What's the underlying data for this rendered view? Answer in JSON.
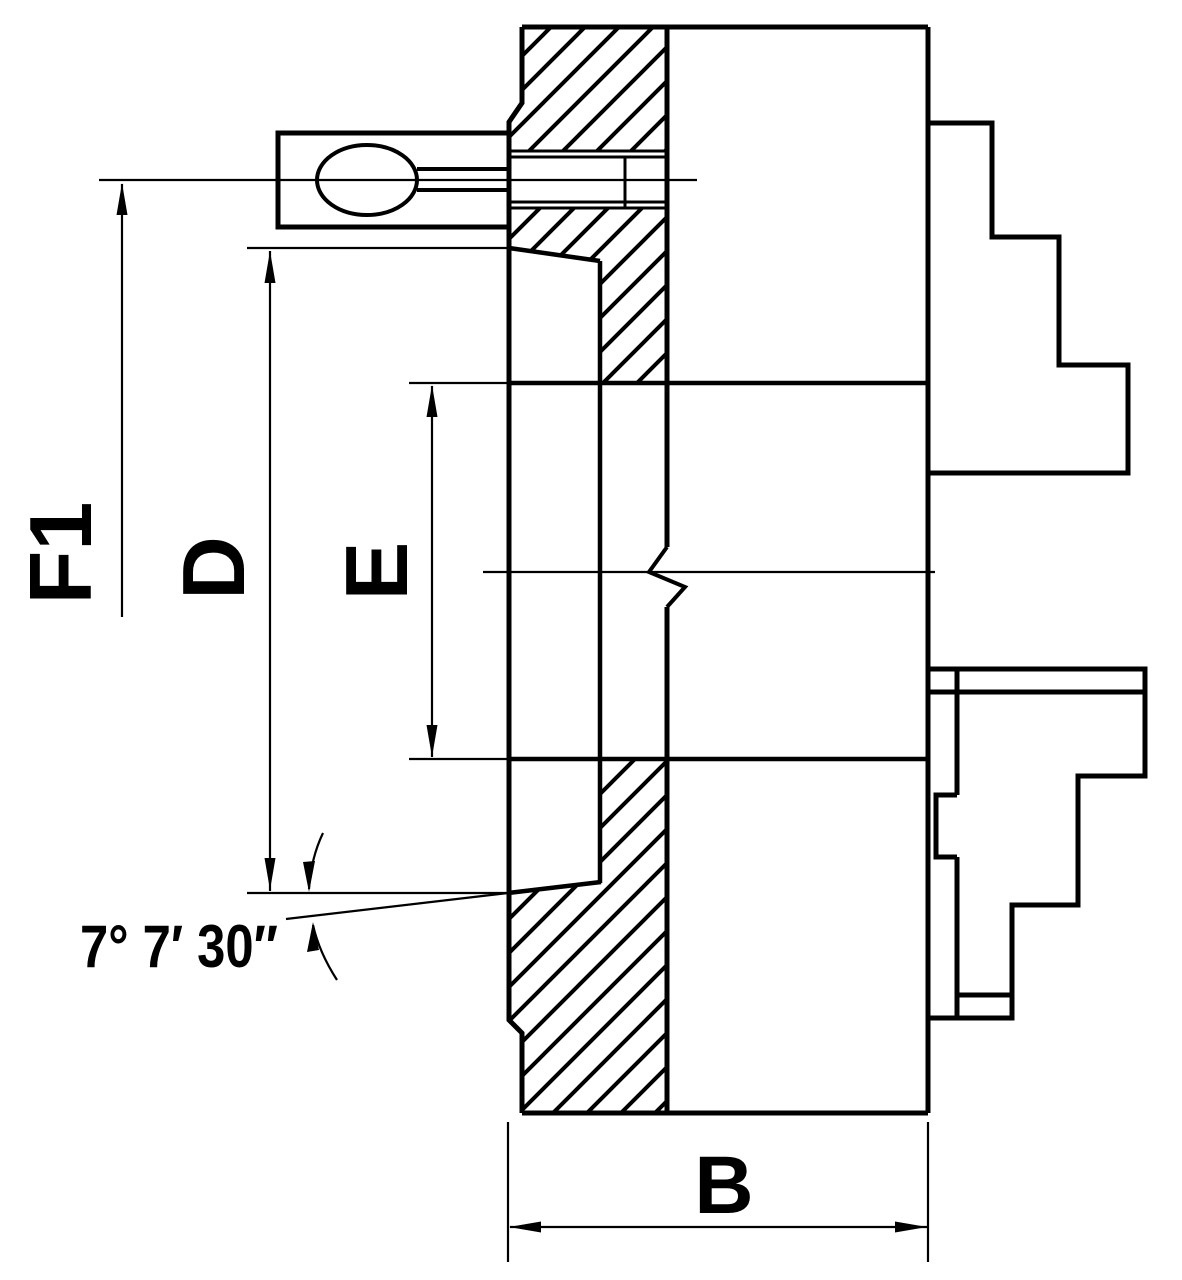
{
  "drawing": {
    "background_color": "#ffffff",
    "line_color": "#000000",
    "labels": {
      "f1": "F1",
      "d": "D",
      "e": "E",
      "b": "B",
      "taper_angle": "7° 7′ 30″"
    }
  }
}
